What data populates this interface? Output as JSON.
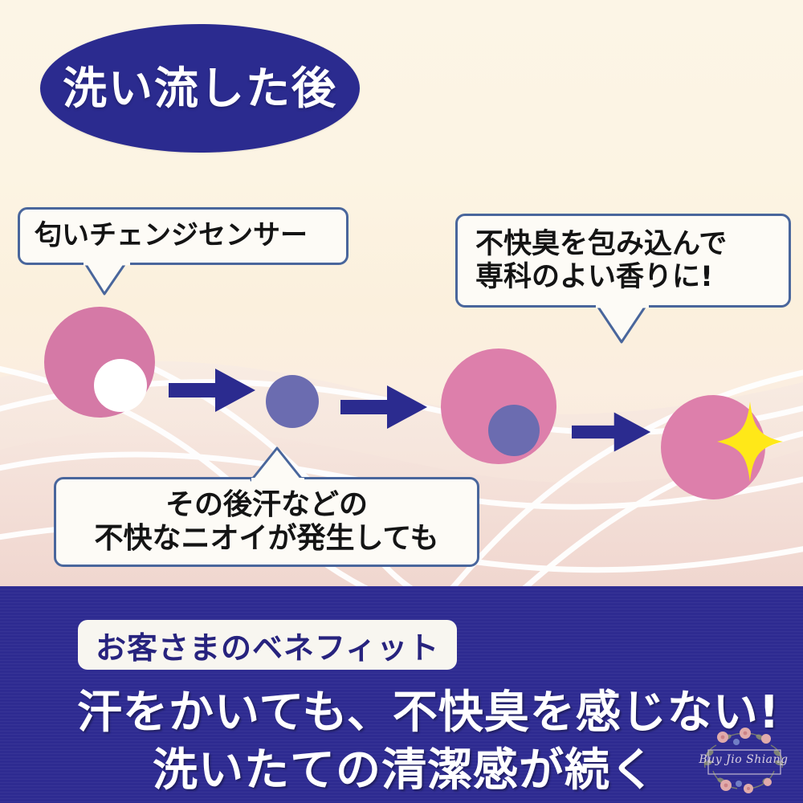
{
  "poster": {
    "title_badge": "洗い流した後",
    "background_top_color": "#fcf5e6",
    "background_bottom_color": "#f5ddd4",
    "accent_navy": "#2b2b8f",
    "accent_pink": "#d579a6",
    "accent_purple": "#6b6cb0",
    "accent_yellow": "#ffe818",
    "bubble_border_color": "#49669c"
  },
  "callouts": [
    {
      "id": "sensor",
      "lines": [
        "匂いチェンジセンサー"
      ],
      "tail": "down"
    },
    {
      "id": "wrap-odor",
      "lines": [
        "不快臭を包み込んで",
        "専科のよい香りに!"
      ],
      "tail": "down"
    },
    {
      "id": "sweat-odor",
      "lines": [
        "その後汗などの",
        "不快なニオイが発生しても"
      ],
      "tail": "up"
    }
  ],
  "process": {
    "steps": [
      {
        "id": "step-1",
        "label": "odor-change-sensor",
        "shape": "pink-circle-with-white-dot"
      },
      {
        "id": "arrow-1",
        "label": "process-arrow"
      },
      {
        "id": "step-2",
        "label": "odor-molecule",
        "shape": "purple-circle"
      },
      {
        "id": "arrow-2",
        "label": "process-arrow"
      },
      {
        "id": "step-3",
        "label": "sensor-capturing-odor",
        "shape": "pink-circle-with-purple-dot"
      },
      {
        "id": "arrow-3",
        "label": "process-arrow"
      },
      {
        "id": "step-4",
        "label": "pleasant-fragrance",
        "shape": "pink-circle-with-sparkle"
      }
    ]
  },
  "benefit": {
    "pill_label": "お客さまのベネフィット",
    "headline_line1": "汗をかいても、不快臭を感じない!",
    "headline_line2": "洗いたての清潔感が続く"
  },
  "watermark": {
    "text": "Buy Jio Shiang"
  }
}
